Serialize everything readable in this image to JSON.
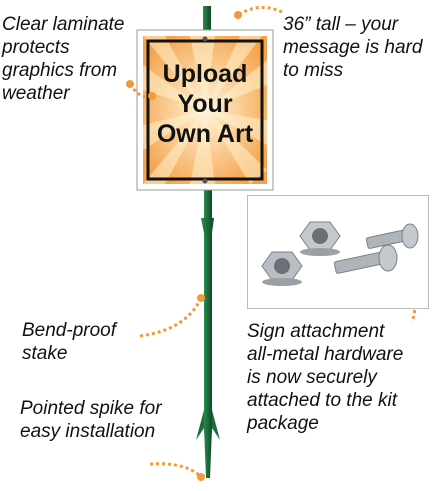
{
  "sign": {
    "line1": "Upload",
    "line2": "Your",
    "line3": "Own Art"
  },
  "callouts": {
    "laminate": "Clear laminate\nprotects\ngraphics from\nweather",
    "tall": "36” tall – your\nmessage is hard\nto miss",
    "bend": "Bend-proof\nstake",
    "spike": "Pointed spike for\neasy installation",
    "hardware": "Sign attachment\nall-metal hardware\nis now securely\nattached to the kit\npackage"
  },
  "colors": {
    "accent_orange": "#f29a3a",
    "stake_green": "#1f6b3a",
    "sign_border": "#111111",
    "sign_burst_light": "#fde7b8",
    "sign_burst_dark": "#f6a24b"
  },
  "icons": [
    "hex-nut-icon",
    "bolt-icon"
  ]
}
